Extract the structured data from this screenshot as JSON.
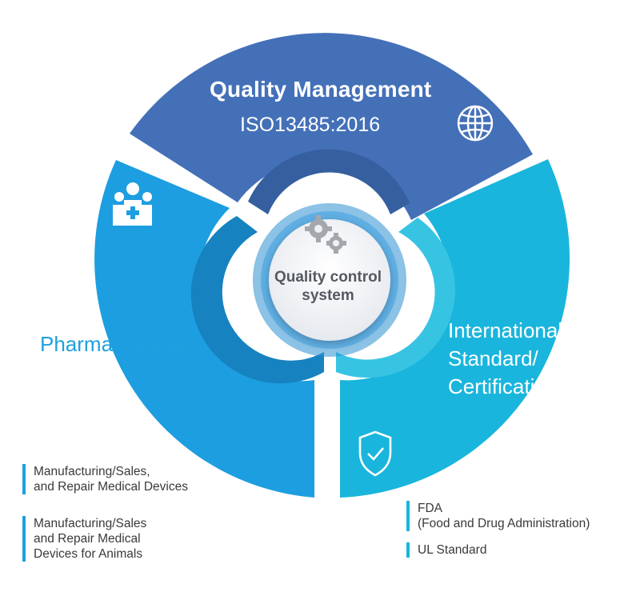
{
  "quality": {
    "title": "Quality Management",
    "subtitle": "ISO13485:2016",
    "icon": "globe-icon",
    "color": "#4470b8"
  },
  "pharmaceuticals": {
    "label": "Pharmaceuticals",
    "icon": "medical-staff-icon",
    "color": "#1d9ee0",
    "notes": [
      "Manufacturing/Sales,\nand Repair Medical Devices",
      "Manufacturing/Sales\nand Repair Medical\nDevices for Animals"
    ]
  },
  "international": {
    "label": "International\nStandard/\nCertification",
    "icon": "shield-check-icon",
    "color": "#1ab5dc",
    "notes": [
      "FDA\n(Food and Drug Administration)",
      "UL Standard"
    ]
  },
  "center": {
    "label": "Quality control\nsystem",
    "icon": "gears-icon"
  }
}
